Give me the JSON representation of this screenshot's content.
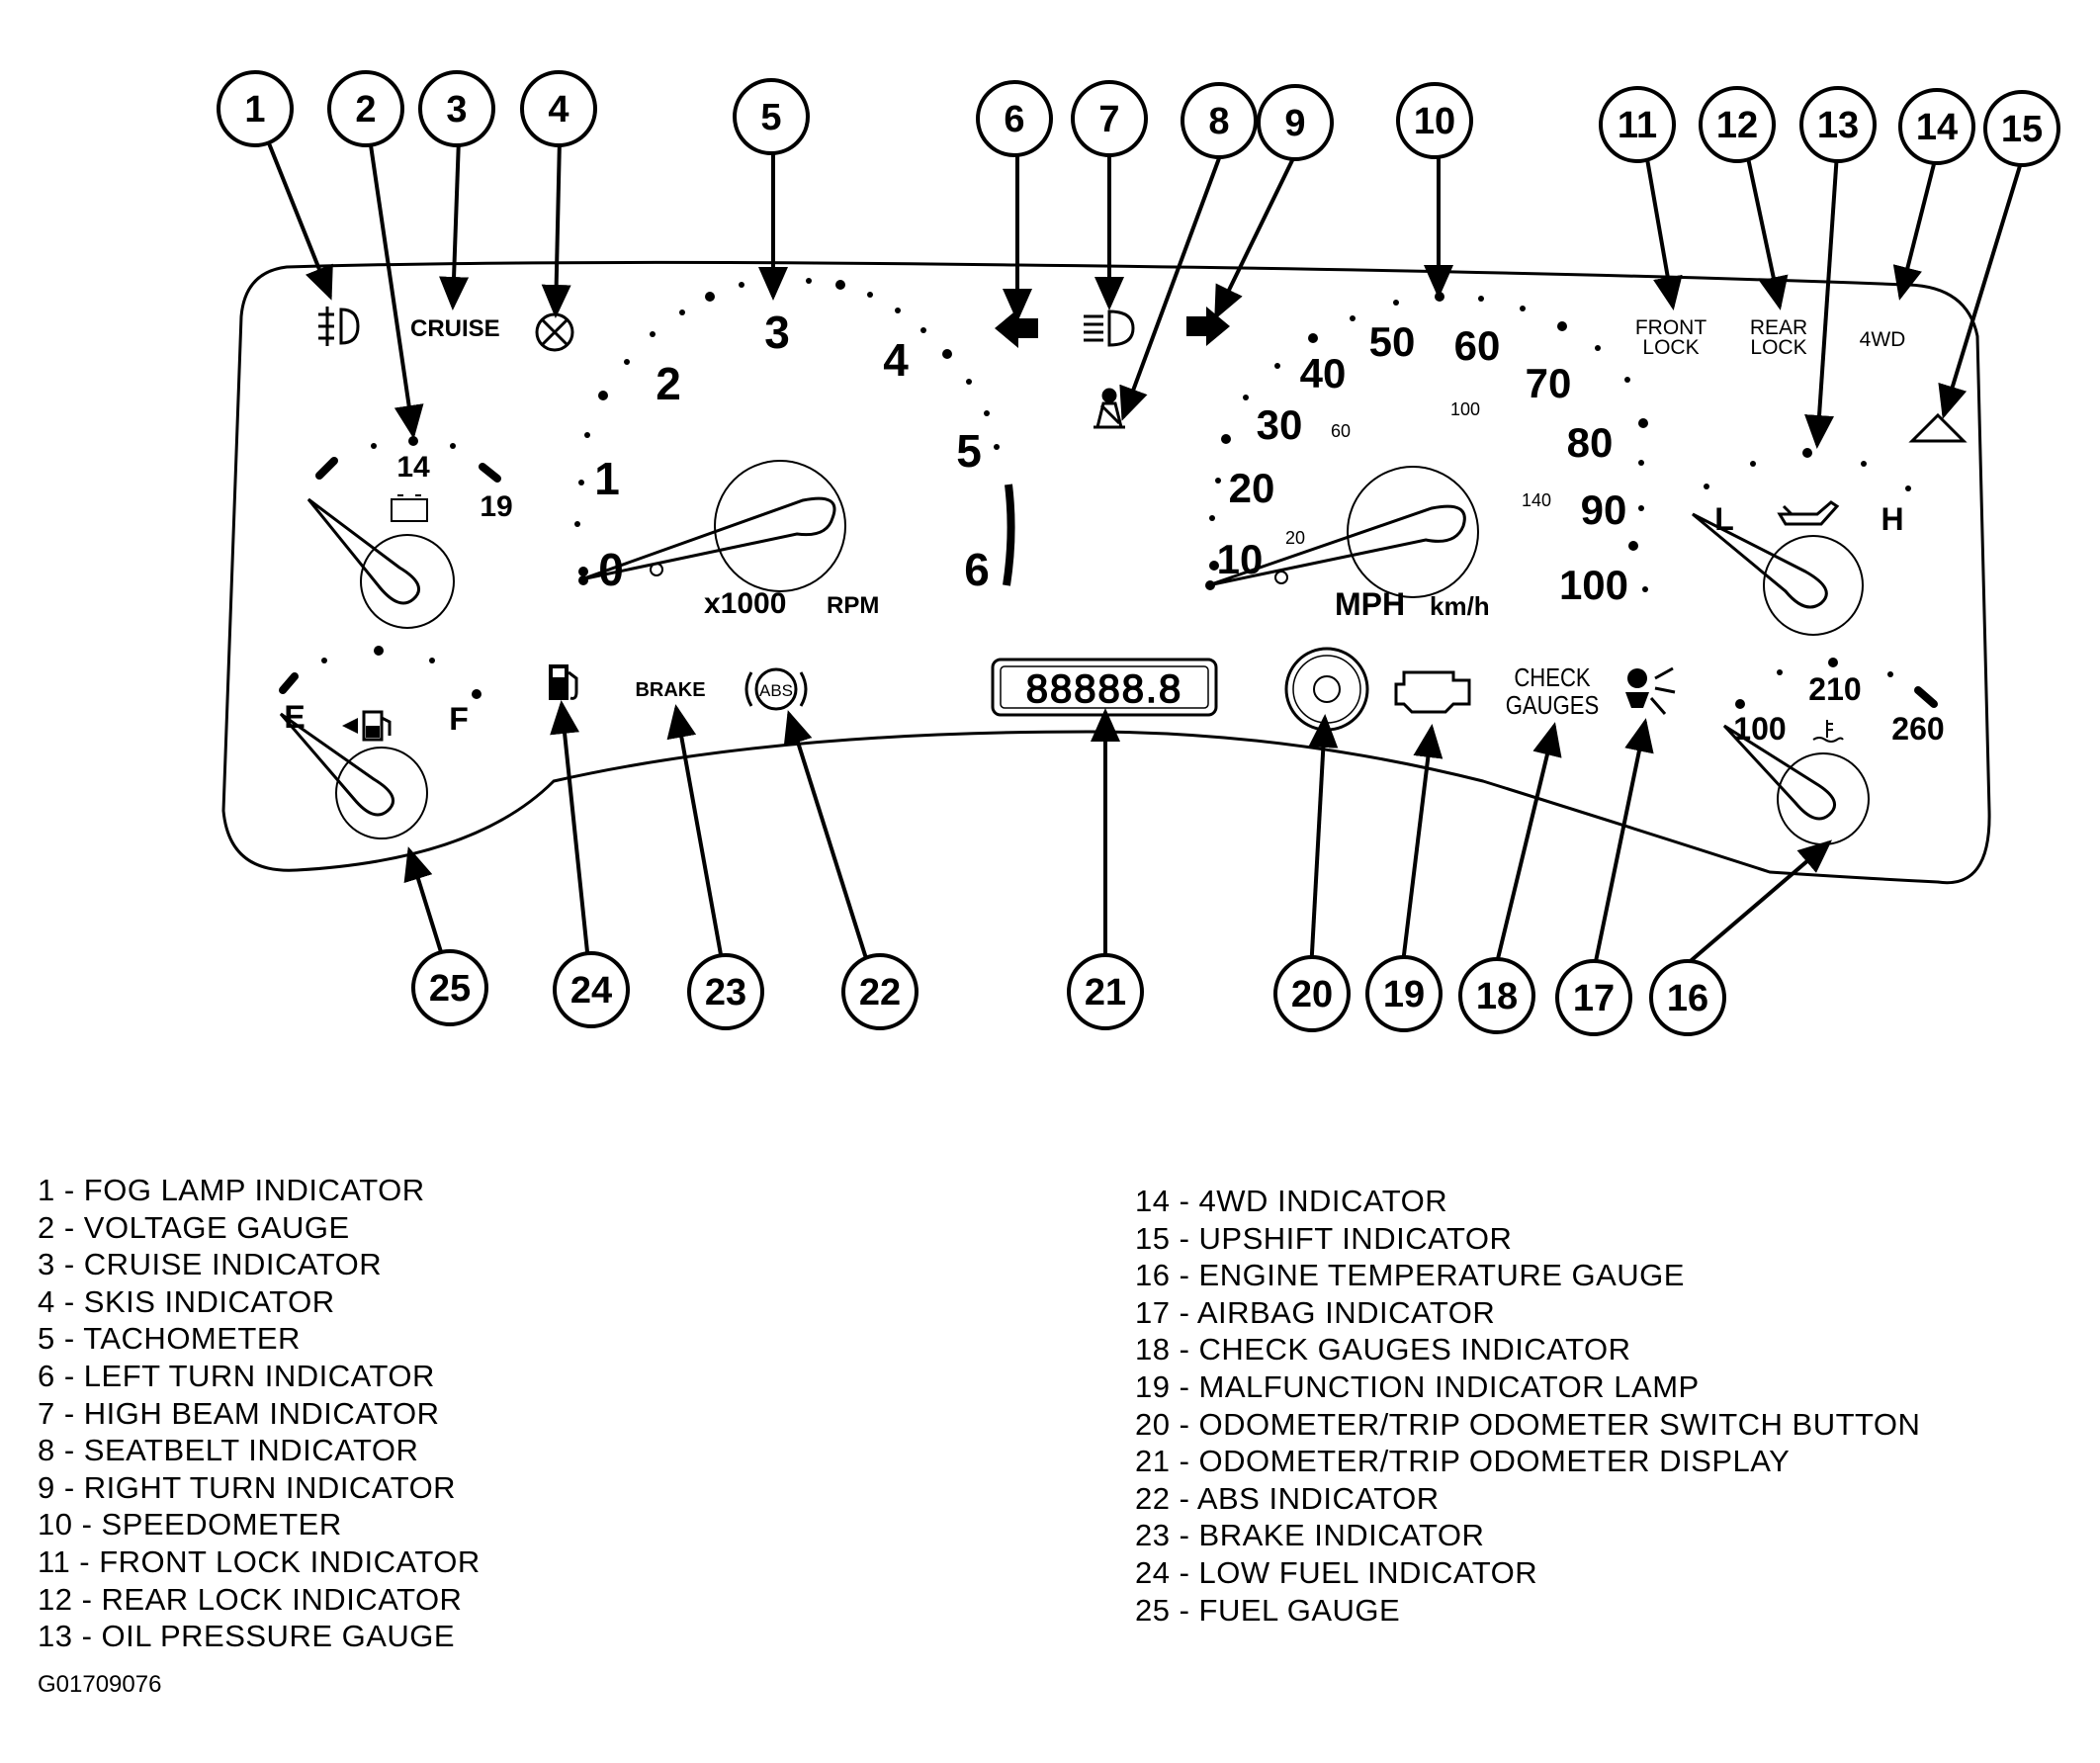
{
  "callouts": [
    "1",
    "2",
    "3",
    "4",
    "5",
    "6",
    "7",
    "8",
    "9",
    "10",
    "11",
    "12",
    "13",
    "14",
    "15",
    "16",
    "17",
    "18",
    "19",
    "20",
    "21",
    "22",
    "23",
    "24",
    "25"
  ],
  "panel": {
    "cruise_label": "CRUISE",
    "front_lock": [
      "FRONT",
      "LOCK"
    ],
    "rear_lock": [
      "REAR",
      "LOCK"
    ],
    "fourwd_label": "4WD",
    "brake_label": "BRAKE",
    "abs_label": "ABS",
    "check_gauges": [
      "CHECK",
      "GAUGES"
    ],
    "odometer_display": "88888.8"
  },
  "voltage_gauge": {
    "ticks": [
      "14",
      "19"
    ]
  },
  "tachometer": {
    "ticks": [
      "0",
      "1",
      "2",
      "3",
      "4",
      "5",
      "6"
    ],
    "unit": "x1000",
    "unit2": "RPM"
  },
  "speedometer": {
    "mph_ticks": [
      "10",
      "20",
      "30",
      "40",
      "50",
      "60",
      "70",
      "80",
      "90",
      "100"
    ],
    "kmh_ticks": [
      "20",
      "60",
      "100",
      "140"
    ],
    "unit_mph": "MPH",
    "unit_kmh": "km/h"
  },
  "oil_gauge": {
    "low": "L",
    "high": "H"
  },
  "fuel_gauge": {
    "empty": "E",
    "full": "F"
  },
  "temp_gauge": {
    "ticks": [
      "100",
      "210",
      "260"
    ]
  },
  "legend_left": [
    "1 - FOG LAMP INDICATOR",
    "2 - VOLTAGE GAUGE",
    "3 - CRUISE INDICATOR",
    "4 - SKIS INDICATOR",
    "5 - TACHOMETER",
    "6 - LEFT TURN INDICATOR",
    "7 - HIGH BEAM INDICATOR",
    "8 - SEATBELT INDICATOR",
    "9 - RIGHT TURN INDICATOR",
    "10 - SPEEDOMETER",
    "11 - FRONT LOCK INDICATOR",
    "12 - REAR LOCK INDICATOR",
    "13 - OIL PRESSURE GAUGE"
  ],
  "legend_right": [
    "14 - 4WD INDICATOR",
    "15 - UPSHIFT INDICATOR",
    "16 - ENGINE TEMPERATURE GAUGE",
    "17 - AIRBAG INDICATOR",
    "18 - CHECK GAUGES INDICATOR",
    "19 - MALFUNCTION INDICATOR LAMP",
    "20 - ODOMETER/TRIP ODOMETER SWITCH BUTTON",
    "21 - ODOMETER/TRIP ODOMETER DISPLAY",
    "22 - ABS INDICATOR",
    "23 - BRAKE INDICATOR",
    "24 - LOW FUEL INDICATOR",
    "25 - FUEL GAUGE"
  ],
  "figure_id": "G01709076",
  "icons": [
    "fog-lamp-icon",
    "skis-icon",
    "left-turn-arrow-icon",
    "high-beam-icon",
    "seatbelt-icon",
    "right-turn-arrow-icon",
    "upshift-icon",
    "battery-icon",
    "oil-can-icon",
    "fuel-pump-icon",
    "low-fuel-icon",
    "abs-icon",
    "check-engine-icon",
    "airbag-icon",
    "coolant-temp-icon",
    "trip-button-icon"
  ]
}
